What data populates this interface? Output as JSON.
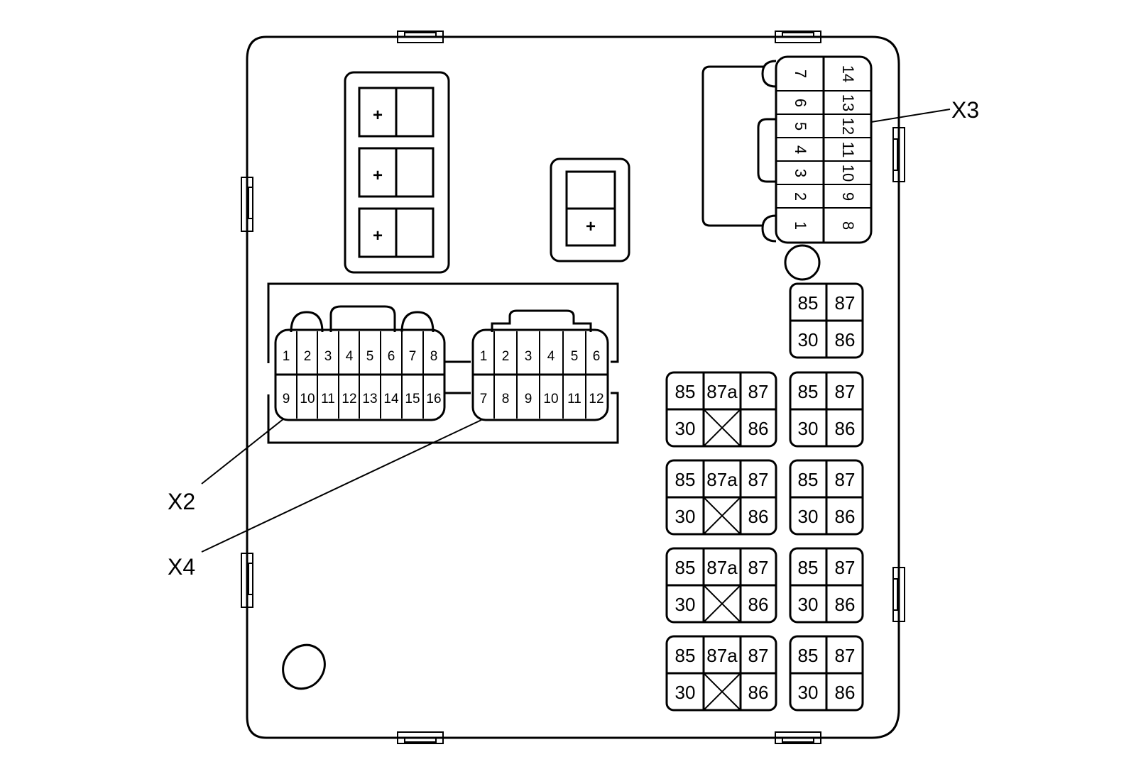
{
  "diagram": {
    "stroke_color": "#000000",
    "background_color": "#ffffff",
    "callouts": {
      "x2": "X2",
      "x3": "X3",
      "x4": "X4"
    },
    "fuse_blocks": {
      "large_fuse_plus": [
        "+",
        "+",
        "+"
      ],
      "small_fuse_plus": "+"
    },
    "connector_x2": {
      "top_row": [
        "1",
        "2",
        "3",
        "4",
        "5",
        "6",
        "7",
        "8"
      ],
      "bottom_row": [
        "9",
        "10",
        "11",
        "12",
        "13",
        "14",
        "15",
        "16"
      ]
    },
    "connector_x4": {
      "top_row": [
        "1",
        "2",
        "3",
        "4",
        "5",
        "6"
      ],
      "bottom_row": [
        "7",
        "8",
        "9",
        "10",
        "11",
        "12"
      ]
    },
    "connector_x3": {
      "left_column": [
        "7",
        "6",
        "5",
        "4",
        "3",
        "2",
        "1"
      ],
      "right_column": [
        "14",
        "13",
        "12",
        "11",
        "10",
        "9",
        "8"
      ]
    },
    "relay_terminals_4pin": {
      "top_left": "85",
      "top_right": "87",
      "bottom_left": "30",
      "bottom_right": "86"
    },
    "relay_terminals_5pin": {
      "top_left": "85",
      "top_mid": "87a",
      "top_right": "87",
      "bottom_left": "30",
      "bottom_right": "86"
    }
  }
}
